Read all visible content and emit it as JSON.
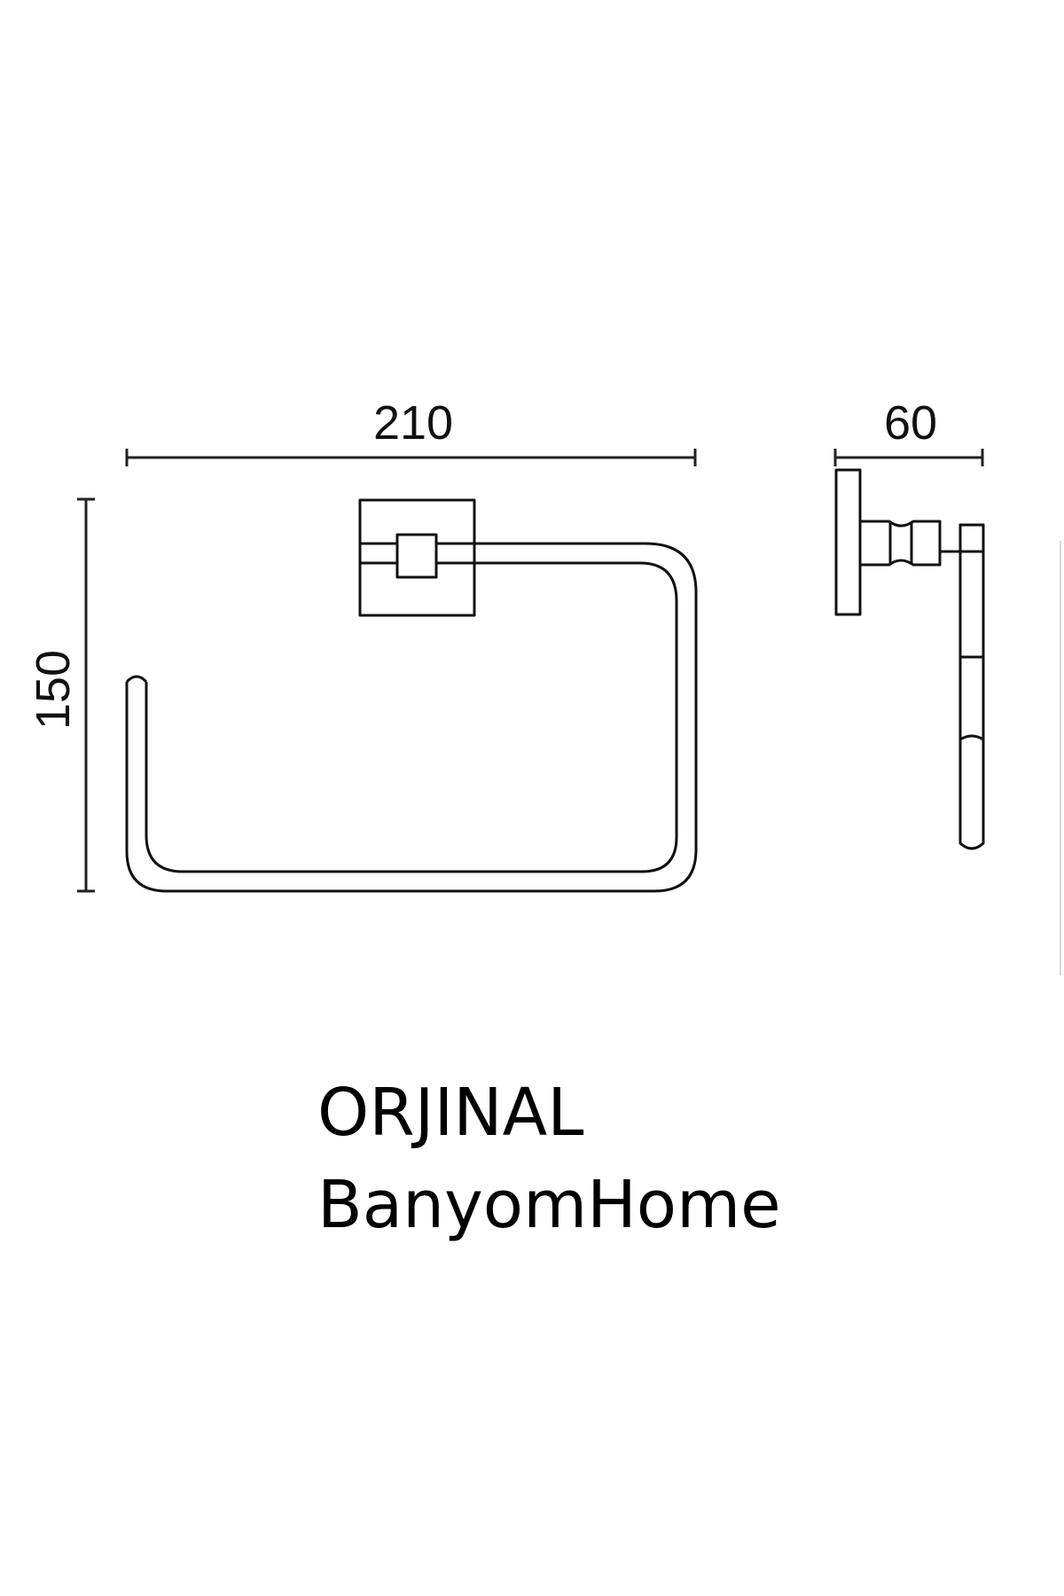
{
  "drawing": {
    "dimensions": {
      "width": "210",
      "depth": "60",
      "height": "150"
    }
  },
  "caption": {
    "line1": "ORJINAL",
    "line2": "BanyomHome"
  }
}
